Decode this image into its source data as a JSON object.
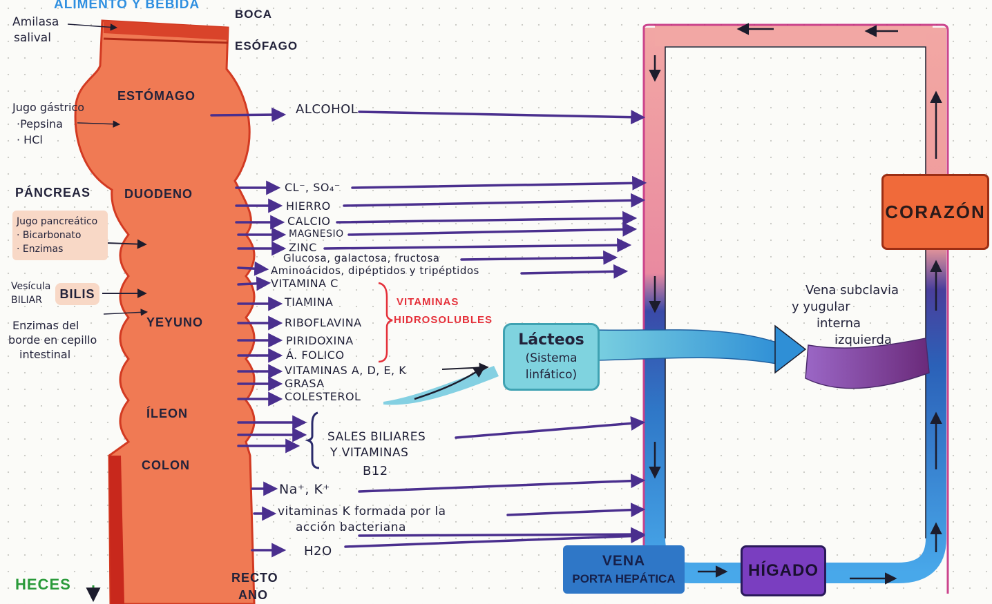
{
  "header": {
    "title": "ALIMENTO Y BEBIDA"
  },
  "digestive_tract": {
    "boca": "BOCA",
    "esofago": "ESÓFAGO",
    "estomago": "ESTÓMAGO",
    "duodeno": "DUODENO",
    "yeyuno": "YEYUNO",
    "ileon": "ÍLEON",
    "colon": "COLON",
    "recto": "RECTO",
    "ano": "ANO",
    "heces": "HECES"
  },
  "secretions": {
    "amilasa_1": "Amilasa",
    "amilasa_2": "salival",
    "gastrico_1": "Jugo gástrico",
    "gastrico_2": "·Pepsina",
    "gastrico_3": "· HCl",
    "pancreas": "PÁNCREAS",
    "pancreatico_1": "Jugo pancreático",
    "pancreatico_2": "· Bicarbonato",
    "pancreatico_3": "· Enzimas",
    "vesicula_1": "Vesícula",
    "vesicula_2": "BILIAR",
    "bilis": "BILIS",
    "enzimas_1": "Enzimas del",
    "enzimas_2": "borde en cepillo",
    "enzimas_3": "intestinal"
  },
  "nutrients": {
    "alcohol": "ALCOHOL",
    "cl_so4": "CL⁻, SO₄⁻",
    "hierro": "HIERRO",
    "calcio": "CALCIO",
    "magnesio": "MAGNESIO",
    "zinc": "ZINC",
    "glucosa": "Glucosa, galactosa, fructosa",
    "aminoacidos": "Aminoácidos, dipéptidos y tripéptidos",
    "vitamina_c": "VITAMINA C",
    "tiamina": "TIAMINA",
    "riboflavina": "RIBOFLAVINA",
    "piridoxina": "PIRIDOXINA",
    "folico": "Á. FOLICO",
    "vitaminas_liposolubles": "VITAMINAS A, D, E, K",
    "grasa": "GRASA",
    "colesterol": "COLESTEROL",
    "sales_1": "SALES BILIARES",
    "sales_2": "Y VITAMINAS",
    "sales_3": "B12",
    "na_k": "Na⁺, K⁺",
    "vit_k_1": "vitaminas K formada por la",
    "vit_k_2": "acción bacteriana",
    "h2o": "H2O"
  },
  "groups": {
    "vitaminas_1": "VITAMINAS",
    "vitaminas_2": "HIDROSOLUBLES"
  },
  "circulation": {
    "lacteos_1": "Lácteos",
    "lacteos_2": "(Sistema",
    "lacteos_3": "linfático)",
    "vena_1": "Vena subclavia",
    "vena_2": "y yugular",
    "vena_3": "interna",
    "vena_4": "izquierda",
    "corazon": "CORAZÓN",
    "higado": "HÍGADO",
    "porta_1": "VENA",
    "porta_2": "PORTA HEPÁTICA"
  },
  "colors": {
    "tract": "#f07a54",
    "tract_dark": "#d23a22",
    "arrow": "#4a2f8e",
    "arterial": "#e8a0a0",
    "venous": "#3f95e0",
    "lymph": "#7fd3df",
    "heart": "#f06a3a",
    "liver": "#7a3ec0",
    "vitamin_red": "#e5303a"
  }
}
